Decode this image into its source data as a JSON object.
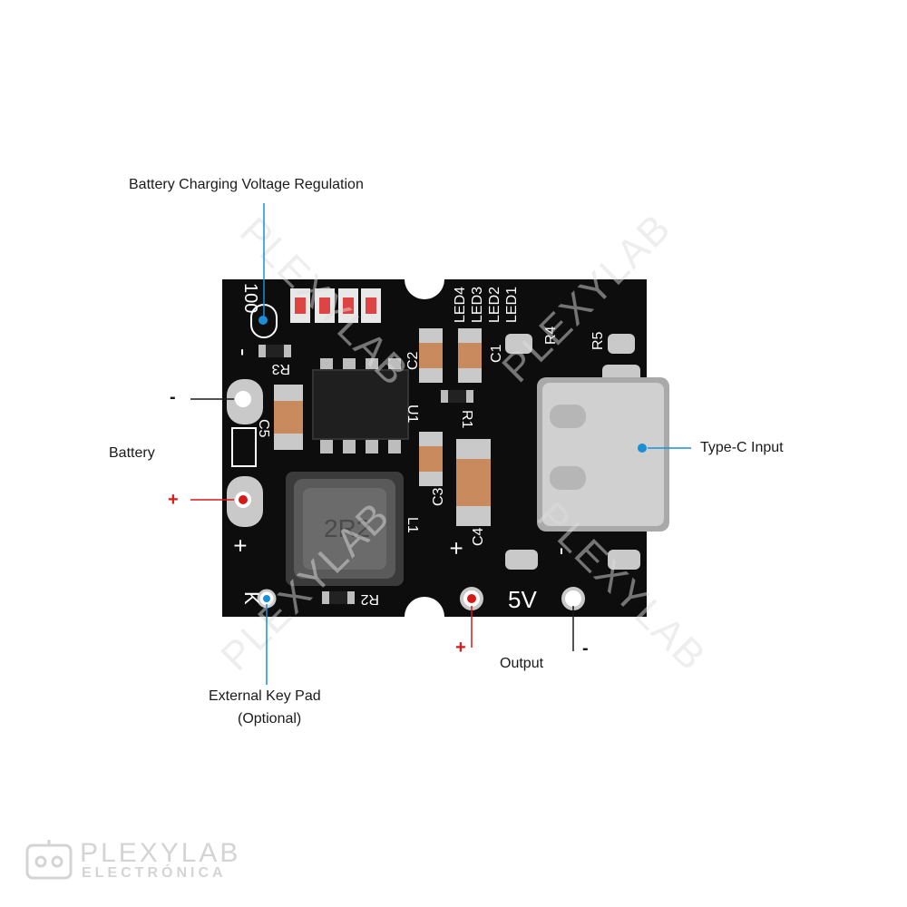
{
  "callouts": {
    "regulation": "Battery Charging Voltage Regulation",
    "battery": "Battery",
    "battery_minus": "-",
    "battery_plus": "+",
    "type_c": "Type-C Input",
    "key_pad_line1": "External Key Pad",
    "key_pad_line2": "(Optional)",
    "output": "Output",
    "output_plus": "+",
    "output_minus": "-"
  },
  "silkscreen": {
    "leds": [
      "LED4",
      "LED3",
      "LED2",
      "LED1"
    ],
    "c1": "C1",
    "c2": "C2",
    "c3": "C3",
    "c4": "C4",
    "c5": "C5",
    "r1": "R1",
    "r2": "R2",
    "r3": "R3",
    "r4": "R4",
    "r5": "R5",
    "u1": "U1",
    "l1": "L1",
    "k": "K",
    "plus": "+",
    "minus": "-",
    "five_v": "5V",
    "inductor": "2R2",
    "regulation_marks": "100",
    "out_plus": "+",
    "out_minus": "-",
    "bat_minus": "-",
    "bat_plus": "+"
  },
  "watermark": "PLEXYLAB",
  "logo": {
    "top": "PLEXYLAB",
    "bottom": "ELECTRÓNICA"
  },
  "colors": {
    "pcb": "#0d0d0d",
    "blue": "#1a8fd6",
    "red": "#d61a1a",
    "pad": "#c9c9c9",
    "cap": "#c98a5e"
  }
}
